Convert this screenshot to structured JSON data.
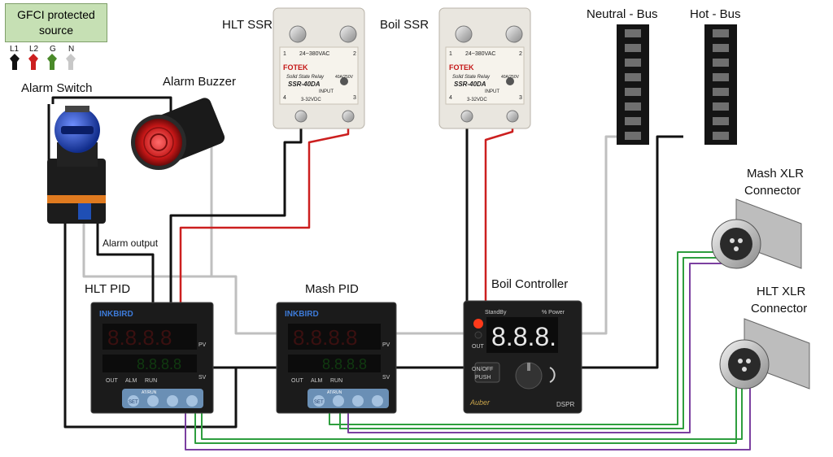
{
  "source": {
    "text_line1": "GFCI protected",
    "text_line2": "source"
  },
  "source_wires": [
    "L1",
    "L2",
    "G",
    "N"
  ],
  "labels": {
    "alarm_switch": "Alarm Switch",
    "alarm_buzzer": "Alarm Buzzer",
    "hlt_ssr": "HLT SSR",
    "boil_ssr": "Boil SSR",
    "neutral_bus": "Neutral - Bus",
    "hot_bus": "Hot - Bus",
    "mash_xlr_line1": "Mash XLR",
    "mash_xlr_line2": "Connector",
    "hlt_xlr_line1": "HLT XLR",
    "hlt_xlr_line2": "Connector",
    "alarm_output": "Alarm output",
    "hlt_pid": "HLT PID",
    "mash_pid": "Mash PID",
    "boil_controller": "Boil Controller"
  },
  "ssr": {
    "brand": "FOTEK",
    "model": "SSR-40DA",
    "voltage": "24~380VAC",
    "subtitle": "Solid State Relay",
    "input_label": "INPUT",
    "input_range": "3-32VDC",
    "rating": "40A/250V",
    "t1": "1",
    "t2": "2",
    "t3": "3",
    "t4": "4"
  },
  "pid": {
    "brand": "INKBIRD",
    "pv": "PV",
    "sv": "SV",
    "out": "OUT",
    "alm": "ALM",
    "run": "RUN",
    "atrun": "AT/RUN",
    "set": "SET",
    "digits": "8.8.8.8"
  },
  "boil": {
    "standby": "StandBy",
    "power": "% Power",
    "out": "OUT",
    "digits": "8.8.8.",
    "onoff": "ON/OFF",
    "push": "PUSH",
    "brand": "Auber",
    "model": "DSPR"
  },
  "colors": {
    "wire_black": "#111111",
    "wire_red": "#cc1f1f",
    "wire_gray": "#bfbfbf",
    "wire_green": "#2e9e3e",
    "wire_purple": "#7b3fa0",
    "source_fill": "#c6e0b4"
  }
}
